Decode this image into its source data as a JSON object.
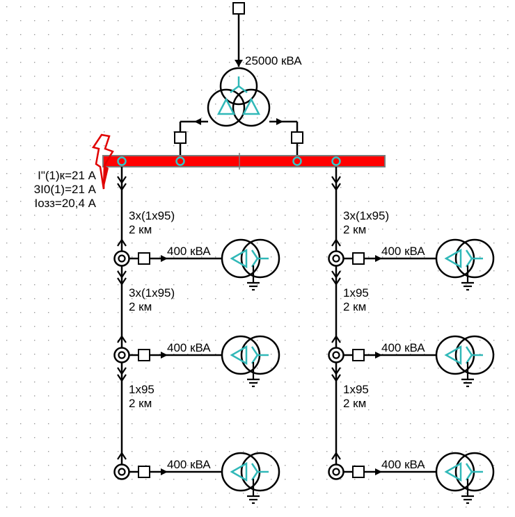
{
  "source": {
    "label": "25000 кВА"
  },
  "fault": {
    "lines": [
      "I\"(1)к=21 А",
      "3I0(1)=21 А",
      "Iозз=20,4 А"
    ]
  },
  "feeders": [
    {
      "sections": [
        {
          "cable": "3х(1х95)",
          "length": "2 км"
        },
        {
          "cable": "3х(1х95)",
          "length": "2 км"
        },
        {
          "cable": "1х95",
          "length": "2 км"
        }
      ],
      "loads": [
        "400 кВА",
        "400 кВА",
        "400 кВА"
      ]
    },
    {
      "sections": [
        {
          "cable": "3х(1х95)",
          "length": "2 км"
        },
        {
          "cable": "1х95",
          "length": "2 км"
        },
        {
          "cable": "1х95",
          "length": "2 км"
        }
      ],
      "loads": [
        "400 кВА",
        "400 кВА",
        "400 кВА"
      ]
    }
  ],
  "colors": {
    "busbar": "#ff0000",
    "node": "#30c8c8",
    "transformer_winding": "#30b8b8",
    "fault": "#e00000",
    "line": "#000000",
    "grid_dot": "#9a9a9a"
  },
  "icons": {
    "fault": "lightning-bolt-icon",
    "transformer": "transformer-icon",
    "ground": "ground-icon",
    "breaker": "breaker-square-icon"
  }
}
